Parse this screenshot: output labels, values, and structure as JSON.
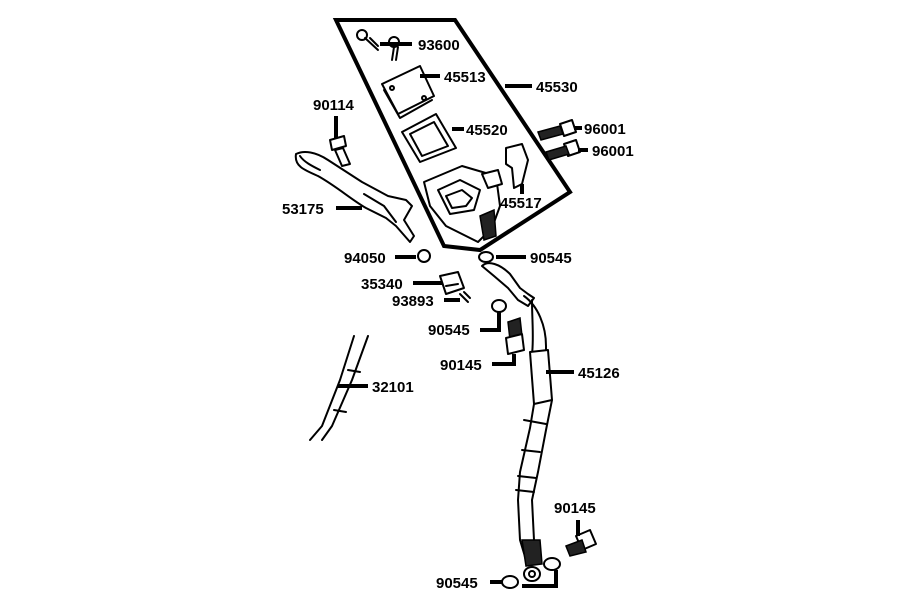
{
  "labels": {
    "l93600": "93600",
    "l45513": "45513",
    "l45530": "45530",
    "l45520": "45520",
    "l90114": "90114",
    "l96001a": "96001",
    "l96001b": "96001",
    "l53175": "53175",
    "l45517": "45517",
    "l94050": "94050",
    "l90545a": "90545",
    "l35340": "35340",
    "l93893": "93893",
    "l90545b": "90545",
    "l90145a": "90145",
    "l45126": "45126",
    "l32101": "32101",
    "l90145b": "90145",
    "l90545c": "90545"
  }
}
